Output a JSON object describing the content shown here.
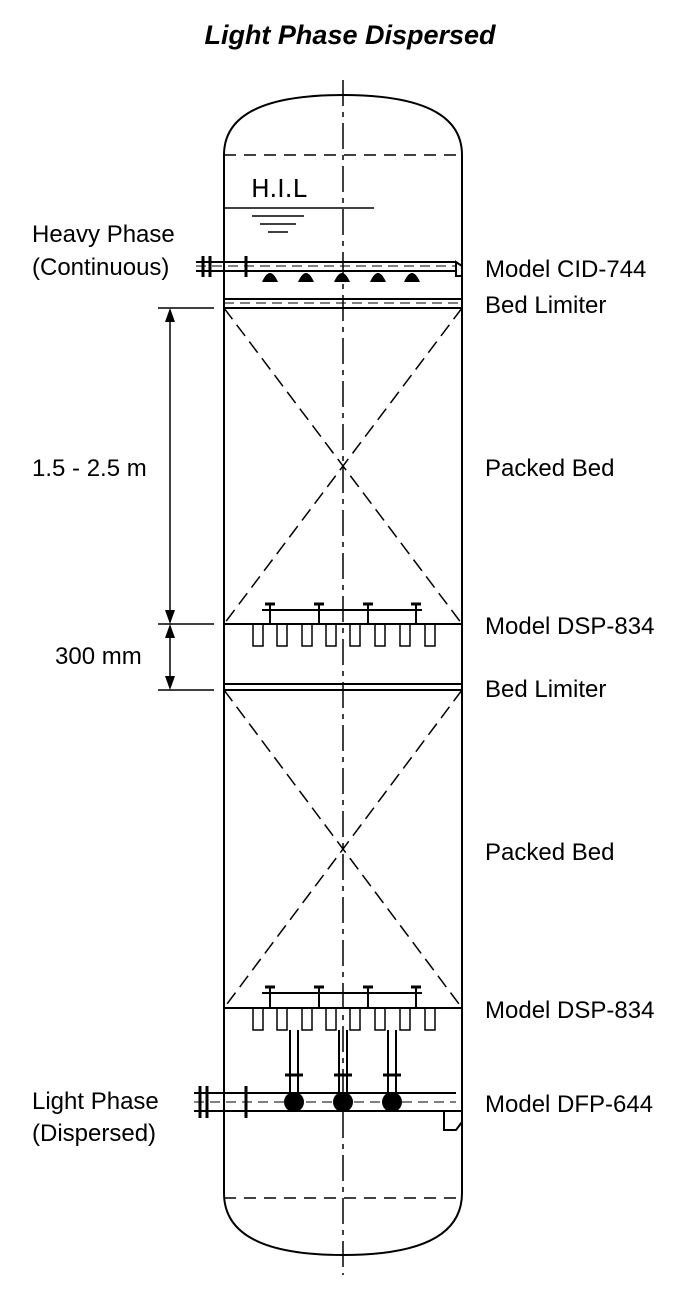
{
  "title": "Light Phase Dispersed",
  "hil_label": "H.I.L",
  "inlets": {
    "heavy_phase": [
      "Heavy Phase",
      "(Continuous)"
    ],
    "light_phase": [
      "Light Phase",
      "(Dispersed)"
    ]
  },
  "dimensions": {
    "bed_height": "1.5 - 2.5 m",
    "spacing": "300 mm"
  },
  "components": [
    "Model CID-744",
    "Bed Limiter",
    "Packed Bed",
    "Model DSP-834",
    "Bed Limiter",
    "Packed Bed",
    "Model DSP-834",
    "Model DFP-644"
  ]
}
